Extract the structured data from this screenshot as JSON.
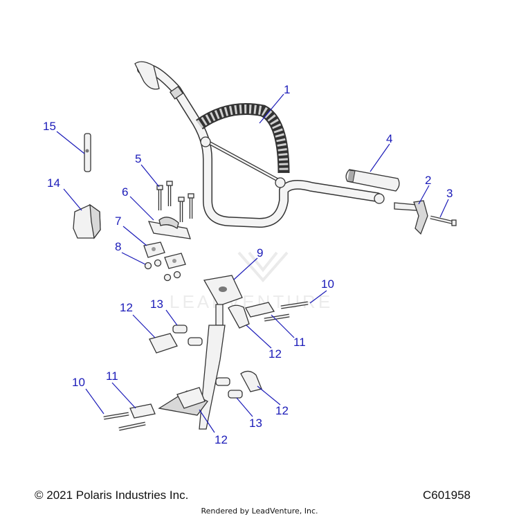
{
  "callouts": [
    "1",
    "2",
    "3",
    "4",
    "5",
    "6",
    "7",
    "8",
    "9",
    "10",
    "10",
    "11",
    "11",
    "12",
    "12",
    "12",
    "12",
    "13",
    "13",
    "14",
    "15"
  ],
  "watermark": "LEADVENTURE",
  "footer": {
    "copyright": "© 2021 Polaris Industries Inc.",
    "diagram_code": "C601958",
    "rendered_by": "Rendered by LeadVenture, Inc."
  }
}
